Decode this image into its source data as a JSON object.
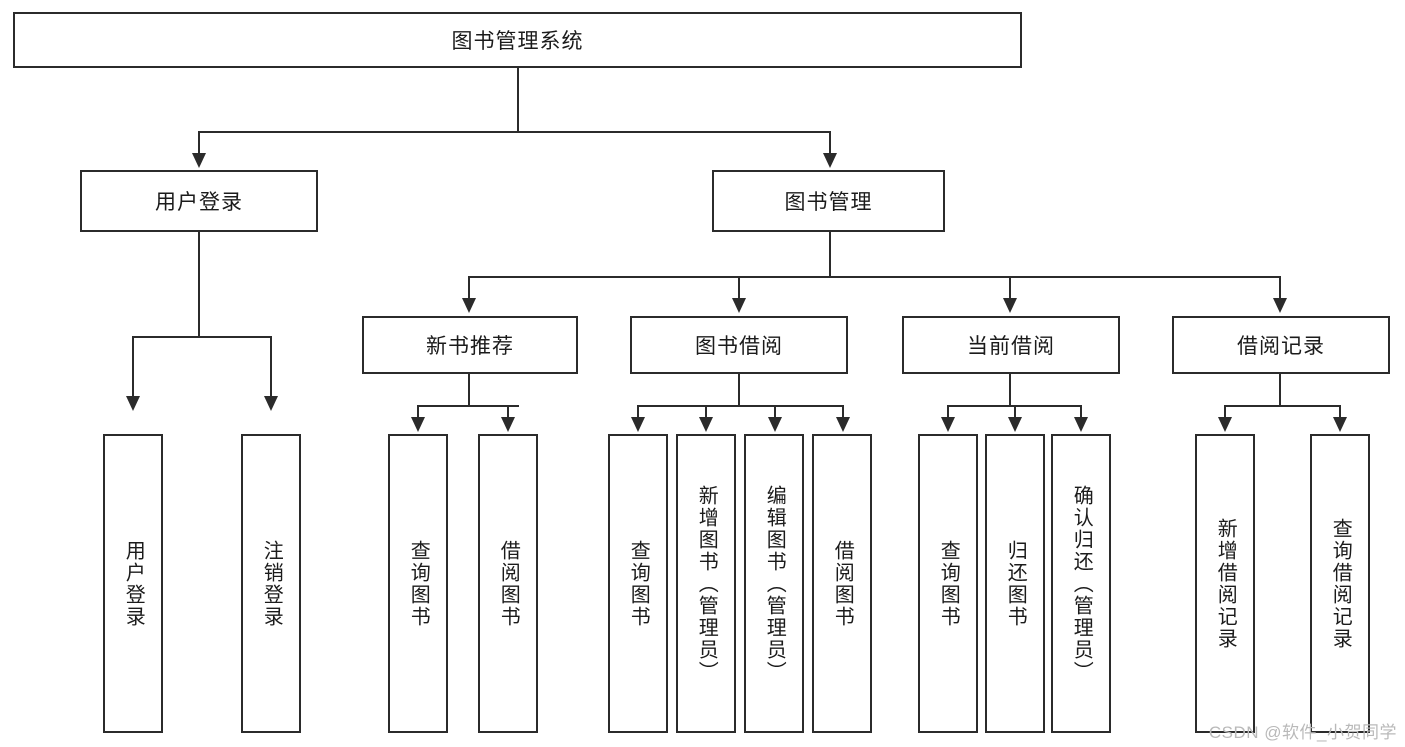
{
  "diagram": {
    "title": "图书管理系统",
    "watermark": "CSDN @软件_小贺同学",
    "root": {
      "label": "图书管理系统"
    },
    "level2": [
      {
        "label": "用户登录"
      },
      {
        "label": "图书管理"
      }
    ],
    "level3": [
      {
        "label": "新书推荐"
      },
      {
        "label": "图书借阅"
      },
      {
        "label": "当前借阅"
      },
      {
        "label": "借阅记录"
      }
    ],
    "leaves": {
      "user_login": [
        {
          "label": "用户登录"
        },
        {
          "label": "注销登录"
        }
      ],
      "new_book_recommend": [
        {
          "label": "查询图书"
        },
        {
          "label": "借阅图书"
        }
      ],
      "book_borrow": [
        {
          "label": "查询图书"
        },
        {
          "label": "新增图书（管理员）"
        },
        {
          "label": "编辑图书（管理员）"
        },
        {
          "label": "借阅图书"
        }
      ],
      "current_borrow": [
        {
          "label": "查询图书"
        },
        {
          "label": "归还图书"
        },
        {
          "label": "确认归还（管理员）"
        }
      ],
      "borrow_record": [
        {
          "label": "新增借阅记录"
        },
        {
          "label": "查询借阅记录"
        }
      ]
    },
    "colors": {
      "stroke": "#2b2b2b",
      "background": "#ffffff",
      "text": "#1b1b1b",
      "watermark": "#b9b9b9"
    }
  }
}
